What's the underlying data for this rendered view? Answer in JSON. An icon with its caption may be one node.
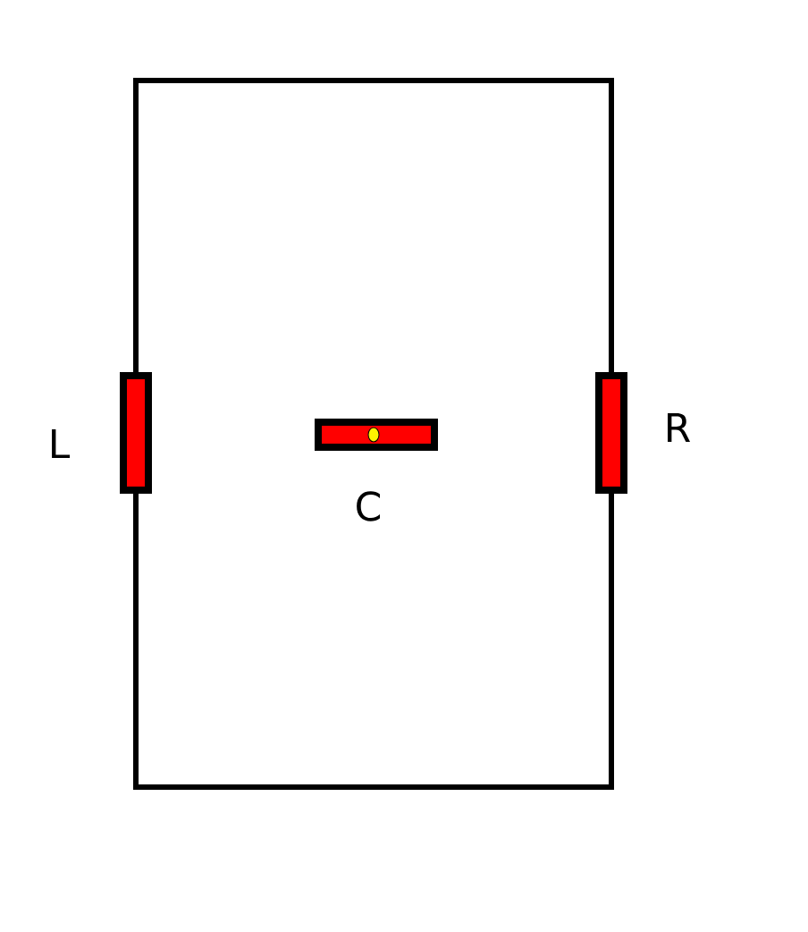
{
  "diagram": {
    "nodes": [
      {
        "text": [],
        "shape": "bar",
        "beside": [
          "L"
        ]
      },
      {
        "text": [],
        "shape": "bar",
        "beside": [
          "R"
        ]
      },
      {
        "text": [],
        "shape": "bar",
        "beside": [
          "C"
        ]
      }
    ],
    "edges": [
      {
        "from": 0,
        "to": 1,
        "arrow": "none"
      },
      {
        "from": 0,
        "to": 1,
        "arrow": "none"
      }
    ]
  }
}
